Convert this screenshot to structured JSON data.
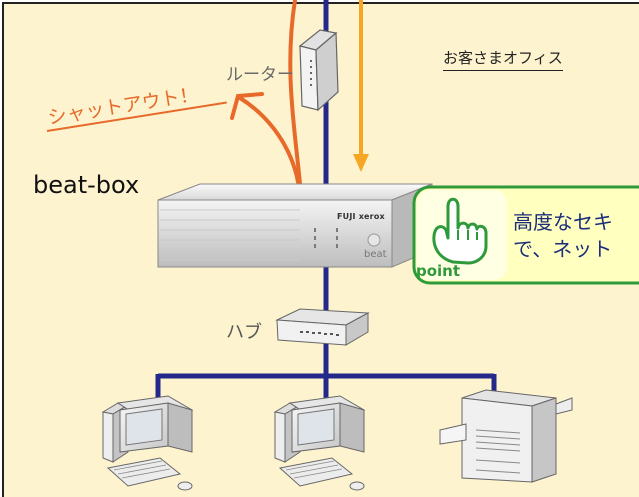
{
  "office_label": "お客さまオフィス",
  "router_label": "ルーター",
  "shutout_label": "シャットアウト！",
  "beatbox_label": "beat-box",
  "device_brand": "FUJI xerox",
  "device_name": "beat",
  "hub_label": "ハブ",
  "point": {
    "badge": "point",
    "line1": "高度なセキ",
    "line2": "で、ネット"
  },
  "colors": {
    "background": "#fef3cf",
    "network_line": "#23288a",
    "blocked_arrow": "#e86a2a",
    "allowed_arrow": "#f5a623",
    "point_panel_bg": "#ffffc0",
    "point_panel_border": "#2f9a3a",
    "text_blue": "#1c2d7a"
  },
  "icons": [
    "router-icon",
    "beat-box-device-icon",
    "hub-icon",
    "desktop-pc-icon",
    "printer-icon",
    "pointing-hand-icon"
  ]
}
